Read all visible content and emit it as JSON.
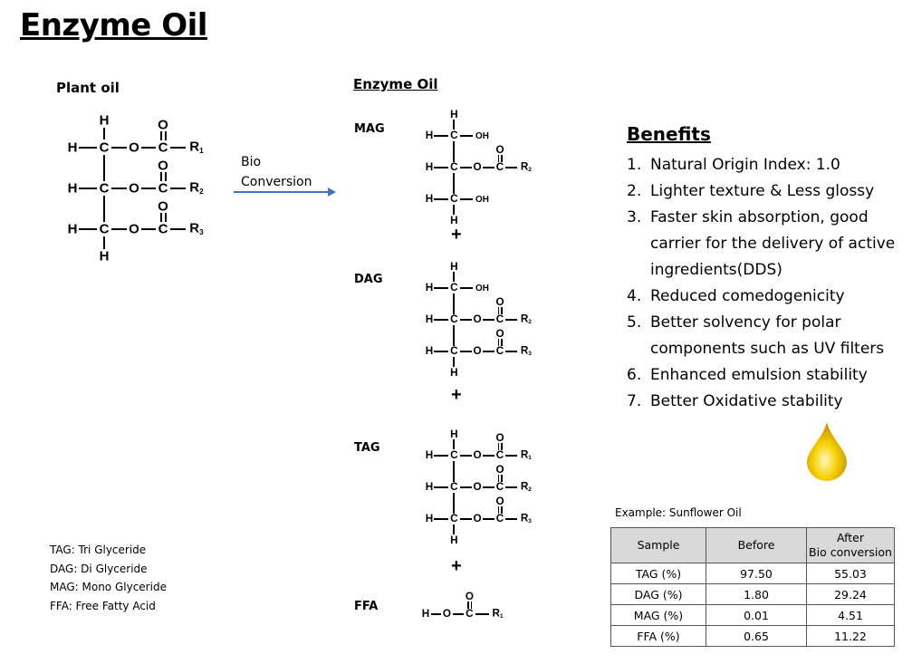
{
  "title": "Enzyme Oil",
  "plant_oil_label": "Plant oil",
  "enzyme_oil_label": "Enzyme Oil",
  "bio_conversion": [
    "Bio",
    "Conversion"
  ],
  "structure_labels": {
    "mag": "MAG",
    "dag": "DAG",
    "tag": "TAG",
    "ffa": "FFA"
  },
  "plus": "+",
  "structures": {
    "plant": {
      "top": "H",
      "bottom": "H",
      "rows": [
        {
          "type": "ester",
          "r": "R",
          "n": "1"
        },
        {
          "type": "ester",
          "r": "R",
          "n": "2"
        },
        {
          "type": "ester",
          "r": "R",
          "n": "3"
        }
      ]
    },
    "mag": {
      "top": "H",
      "bottom": "H",
      "rows": [
        {
          "type": "oh",
          "text": "OH"
        },
        {
          "type": "ester",
          "r": "R",
          "n": "2"
        },
        {
          "type": "oh",
          "text": "OH"
        }
      ]
    },
    "dag": {
      "top": "H",
      "bottom": "H",
      "rows": [
        {
          "type": "oh",
          "text": "OH"
        },
        {
          "type": "ester",
          "r": "R",
          "n": "2"
        },
        {
          "type": "ester",
          "r": "R",
          "n": "3"
        }
      ]
    },
    "tag": {
      "top": "H",
      "bottom": "H",
      "rows": [
        {
          "type": "ester",
          "r": "R",
          "n": "1"
        },
        {
          "type": "ester",
          "r": "R",
          "n": "2"
        },
        {
          "type": "ester",
          "r": "R",
          "n": "3"
        }
      ]
    },
    "ffa": {
      "atoms": [
        "H",
        "O",
        "C",
        "R"
      ],
      "n": "1"
    }
  },
  "benefits": {
    "title": "Benefits",
    "items": [
      {
        "n": "1.",
        "text": "Natural Origin Index: 1.0"
      },
      {
        "n": "2.",
        "text": "Lighter texture & Less glossy"
      },
      {
        "n": "3.",
        "text": "Faster skin absorption, good carrier for the delivery of active ingredients(DDS)"
      },
      {
        "n": "4.",
        "text": "Reduced comedogenicity"
      },
      {
        "n": "5.",
        "text": "Better solvency for polar components such as UV filters"
      },
      {
        "n": "6.",
        "text": "Enhanced emulsion stability"
      },
      {
        "n": "7.",
        "text": "Better Oxidative stability"
      }
    ]
  },
  "legend": [
    "TAG: Tri  Glyceride",
    "DAG: Di  Glyceride",
    "MAG: Mono  Glyceride",
    "FFA: Free Fatty Acid"
  ],
  "example": "Example: Sunflower Oil",
  "table": {
    "headers": [
      "Sample",
      "Before",
      "After",
      "Bio conversion"
    ],
    "rows": [
      [
        "TAG (%)",
        "97.50",
        "55.03"
      ],
      [
        "DAG (%)",
        "1.80",
        "29.24"
      ],
      [
        "MAG (%)",
        "0.01",
        "4.51"
      ],
      [
        "FFA (%)",
        "0.65",
        "11.22"
      ]
    ]
  },
  "colors": {
    "arrow": "#4472c4",
    "table_header": "#d9d9d9"
  }
}
